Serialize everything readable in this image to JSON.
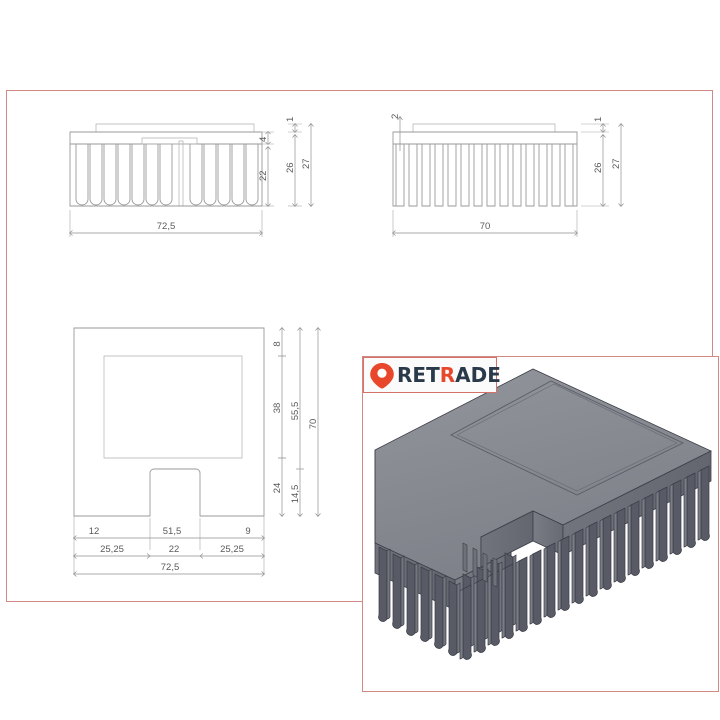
{
  "document": {
    "type": "technical-drawing",
    "title": "Heatsink technical drawing",
    "sheet_border_color": "#cf8a85",
    "line_color": "#9a9a9a",
    "text_color": "#5a5a5a",
    "background": "#ffffff"
  },
  "brand": {
    "name_prefix": "RET",
    "name_highlight": "R",
    "name_suffix": "ADE",
    "full_name": "RETRADE",
    "icon": "location-pin-icon",
    "accent_color": "#e8472c",
    "text_color": "#2b3a4a"
  },
  "views": {
    "front_left": {
      "name": "front-view-left",
      "dimensions": {
        "overall_width": "72,5",
        "fin_height": "22",
        "base_step": "4",
        "top_plate": "1",
        "body_height": "26",
        "overall_height": "27"
      },
      "fin_count": 13
    },
    "side_right": {
      "name": "side-view-right",
      "dimensions": {
        "overall_width": "70",
        "fin_thickness": "2",
        "top_plate": "1",
        "body_height": "26",
        "overall_height": "27"
      },
      "fin_count": 15
    },
    "top_plan": {
      "name": "top-view-plan",
      "horizontal_dimensions_row1": [
        "12",
        "51,5",
        "9"
      ],
      "horizontal_dimensions_row2": [
        "25,25",
        "22",
        "25,25"
      ],
      "horizontal_dimensions_row3": [
        "72,5"
      ],
      "vertical_dimensions_col1": [
        "8",
        "38",
        "24"
      ],
      "vertical_dimensions_col2": [
        "55,5",
        "14,5"
      ],
      "vertical_dimensions_col3": [
        "70"
      ]
    },
    "isometric": {
      "name": "isometric-3d-render",
      "description": "Gray aluminium heatsink with fins and notched corner",
      "body_color": "#7e8089",
      "top_color": "#8a8c93",
      "fin_color": "#5a5c68",
      "edge_color": "#3c3e48"
    }
  }
}
